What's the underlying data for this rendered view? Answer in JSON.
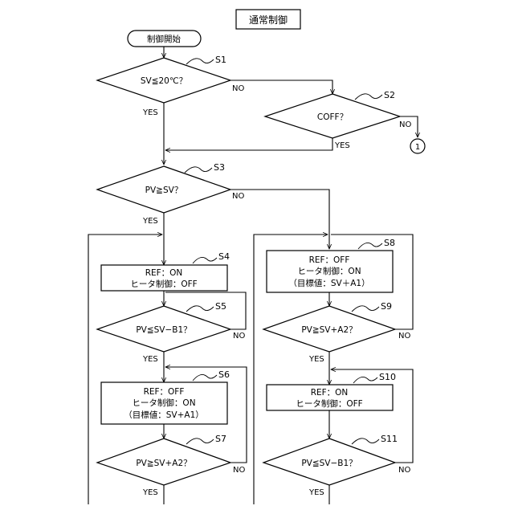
{
  "title": "通常制御",
  "start": "制御開始",
  "connector": "1",
  "yes": "YES",
  "no": "NO",
  "steps": {
    "s1": {
      "id": "S1",
      "text": "SV≦20℃？"
    },
    "s2": {
      "id": "S2",
      "text": "COFF？"
    },
    "s3": {
      "id": "S3",
      "text": "PV≧SV？"
    },
    "s4": {
      "id": "S4",
      "lines": [
        "REF：ON",
        "ヒータ制御：OFF"
      ]
    },
    "s5": {
      "id": "S5",
      "text": "PV≦SV−B1？"
    },
    "s6": {
      "id": "S6",
      "lines": [
        "REF：OFF",
        "ヒータ制御：ON",
        "（目標値：SV+A1）"
      ]
    },
    "s7": {
      "id": "S7",
      "text": "PV≧SV+A2？"
    },
    "s8": {
      "id": "S8",
      "lines": [
        "REF：OFF",
        "ヒータ制御：ON",
        "（目標値：SV＋A1）"
      ]
    },
    "s9": {
      "id": "S9",
      "text": "PV≧SV+A2？"
    },
    "s10": {
      "id": "S10",
      "lines": [
        "REF：ON",
        "ヒータ制御：OFF"
      ]
    },
    "s11": {
      "id": "S11",
      "text": "PV≦SV−B1？"
    }
  }
}
